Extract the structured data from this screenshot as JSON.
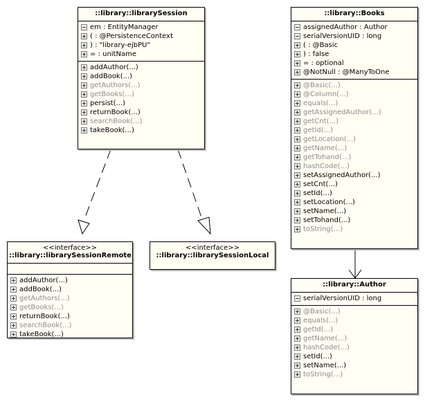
{
  "classes": {
    "session": {
      "title": "::library::librarySession",
      "attributes": [
        {
          "icon": "minus",
          "text": "em : EntityManager"
        },
        {
          "icon": "plus",
          "text": "( : @PersistenceContext"
        },
        {
          "icon": "plus",
          "text": ") : \"library-ejbPU\""
        },
        {
          "icon": "plus",
          "text": "= : unitName"
        }
      ],
      "operations": [
        {
          "icon": "plus",
          "text": "addAuthor(...)",
          "inherited": false
        },
        {
          "icon": "plus",
          "text": "addBook(...)",
          "inherited": false
        },
        {
          "icon": "plus",
          "text": "getAuthors(...)",
          "inherited": true
        },
        {
          "icon": "plus",
          "text": "getBooks(...)",
          "inherited": true
        },
        {
          "icon": "plus",
          "text": "persist(...)",
          "inherited": false
        },
        {
          "icon": "plus",
          "text": "returnBook(...)",
          "inherited": false
        },
        {
          "icon": "plus",
          "text": "searchBook(...)",
          "inherited": true
        },
        {
          "icon": "plus",
          "text": "takeBook(...)",
          "inherited": false
        }
      ]
    },
    "remote": {
      "stereotype": "<<interface>>",
      "title": "::library::librarySessionRemote",
      "operations": [
        {
          "icon": "plus",
          "text": "addAuthor(...)",
          "inherited": false
        },
        {
          "icon": "plus",
          "text": "addBook(...)",
          "inherited": false
        },
        {
          "icon": "plus",
          "text": "getAuthors(...)",
          "inherited": true
        },
        {
          "icon": "plus",
          "text": "getBooks(...)",
          "inherited": true
        },
        {
          "icon": "plus",
          "text": "returnBook(...)",
          "inherited": false
        },
        {
          "icon": "plus",
          "text": "searchBook(...)",
          "inherited": true
        },
        {
          "icon": "plus",
          "text": "takeBook(...)",
          "inherited": false
        }
      ]
    },
    "local": {
      "stereotype": "<<interface>>",
      "title": "::library::librarySessionLocal"
    },
    "books": {
      "title": "::library::Books",
      "attributes": [
        {
          "icon": "minus",
          "text": "assignedAuthor : Author"
        },
        {
          "icon": "minus",
          "text": "serialVersionUID : long"
        },
        {
          "icon": "plus",
          "text": "( : @Basic"
        },
        {
          "icon": "plus",
          "text": ") : false"
        },
        {
          "icon": "plus",
          "text": "= : optional"
        },
        {
          "icon": "plus",
          "text": "@NotNull : @ManyToOne"
        }
      ],
      "operations": [
        {
          "icon": "plus",
          "text": "@Basic(...)",
          "inherited": true
        },
        {
          "icon": "plus",
          "text": "@Column(...)",
          "inherited": true
        },
        {
          "icon": "plus",
          "text": "equals(...)",
          "inherited": true
        },
        {
          "icon": "plus",
          "text": "getAssignedAuthor(...)",
          "inherited": true
        },
        {
          "icon": "plus",
          "text": "getCnt(...)",
          "inherited": true
        },
        {
          "icon": "plus",
          "text": "getId(...)",
          "inherited": true
        },
        {
          "icon": "plus",
          "text": "getLocation(...)",
          "inherited": true
        },
        {
          "icon": "plus",
          "text": "getName(...)",
          "inherited": true
        },
        {
          "icon": "plus",
          "text": "getTohand(...)",
          "inherited": true
        },
        {
          "icon": "plus",
          "text": "hashCode(...)",
          "inherited": true
        },
        {
          "icon": "plus",
          "text": "setAssignedAuthor(...)",
          "inherited": false
        },
        {
          "icon": "plus",
          "text": "setCnt(...)",
          "inherited": false
        },
        {
          "icon": "plus",
          "text": "setId(...)",
          "inherited": false
        },
        {
          "icon": "plus",
          "text": "setLocation(...)",
          "inherited": false
        },
        {
          "icon": "plus",
          "text": "setName(...)",
          "inherited": false
        },
        {
          "icon": "plus",
          "text": "setTohand(...)",
          "inherited": false
        },
        {
          "icon": "plus",
          "text": "toString(...)",
          "inherited": true
        }
      ]
    },
    "author": {
      "title": "::library::Author",
      "attributes": [
        {
          "icon": "minus",
          "text": "serialVersionUID : long"
        }
      ],
      "operations": [
        {
          "icon": "plus",
          "text": "@Basic(...)",
          "inherited": true
        },
        {
          "icon": "plus",
          "text": "equals(...)",
          "inherited": true
        },
        {
          "icon": "plus",
          "text": "getId(...)",
          "inherited": true
        },
        {
          "icon": "plus",
          "text": "getName(...)",
          "inherited": true
        },
        {
          "icon": "plus",
          "text": "hashCode(...)",
          "inherited": true
        },
        {
          "icon": "plus",
          "text": "setId(...)",
          "inherited": false
        },
        {
          "icon": "plus",
          "text": "setName(...)",
          "inherited": false
        },
        {
          "icon": "plus",
          "text": "toString(...)",
          "inherited": true
        }
      ]
    }
  },
  "relations": [
    {
      "from": "session",
      "to": "remote",
      "type": "realization"
    },
    {
      "from": "session",
      "to": "local",
      "type": "realization"
    },
    {
      "from": "books",
      "to": "author",
      "type": "association"
    }
  ],
  "colors": {
    "box_fill": "#fffff4",
    "inherited_text": "#8a8a8a",
    "shadow": "#b7b7b7"
  }
}
